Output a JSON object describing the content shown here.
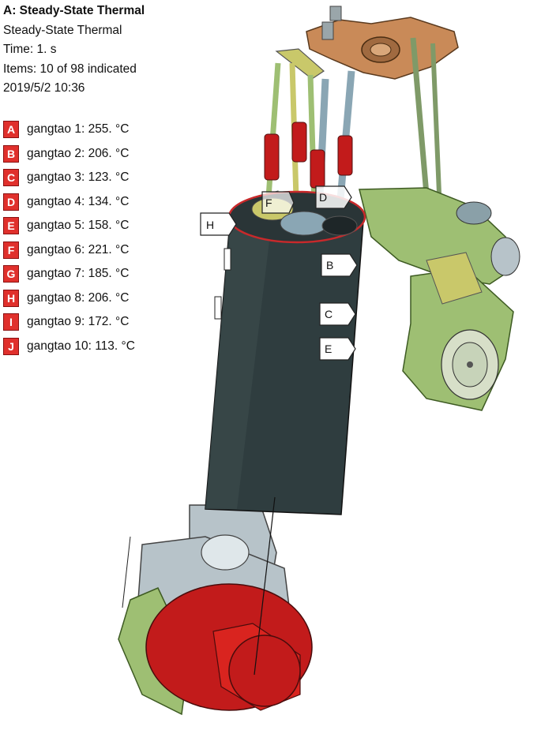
{
  "header": {
    "title": "A: Steady-State Thermal",
    "analysis_type": "Steady-State Thermal",
    "time": "Time: 1. s",
    "items": "Items: 10 of 98 indicated",
    "timestamp": "2019/5/2 10:36"
  },
  "probes": [
    {
      "tag": "A",
      "label": "gangtao 1: 255. °C"
    },
    {
      "tag": "B",
      "label": "gangtao 2: 206. °C"
    },
    {
      "tag": "C",
      "label": "gangtao 3: 123. °C"
    },
    {
      "tag": "D",
      "label": "gangtao 4: 134. °C"
    },
    {
      "tag": "E",
      "label": "gangtao 5: 158. °C"
    },
    {
      "tag": "F",
      "label": "gangtao 6: 221. °C"
    },
    {
      "tag": "G",
      "label": "gangtao 7: 185. °C"
    },
    {
      "tag": "H",
      "label": "gangtao 8: 206. °C"
    },
    {
      "tag": "I",
      "label": "gangtao 9: 172. °C"
    },
    {
      "tag": "J",
      "label": "gangtao 10: 113. °C"
    }
  ],
  "callouts": {
    "b": "B",
    "c": "C",
    "d": "D",
    "e": "E",
    "f": "F",
    "h": "H"
  },
  "colors": {
    "tag_red": "#e0302c",
    "piston": "#2f3d3f",
    "crank_red": "#c21b1b",
    "green_part": "#9ebf73",
    "yellow_part": "#c9c86a",
    "rocker_orange": "#c98a58",
    "valve_blue": "#8aa6b4",
    "rod_silver": "#b7c3c9"
  }
}
